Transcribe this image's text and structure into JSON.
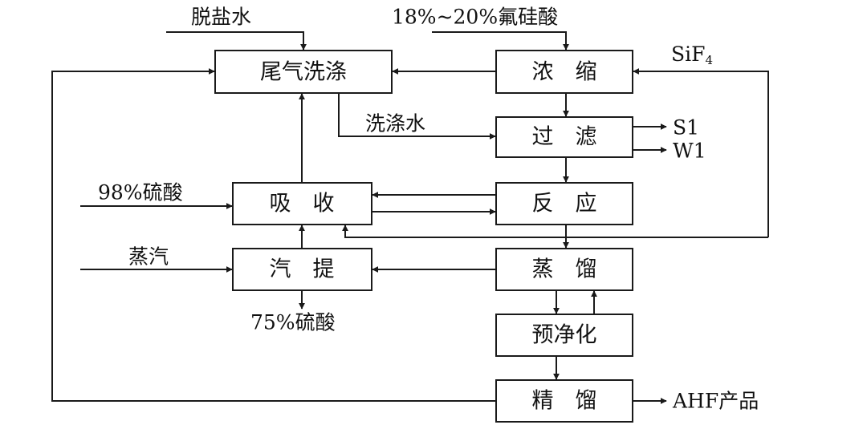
{
  "boxes": {
    "tail_gas_wash": "尾气洗涤",
    "concentrate": "浓　缩",
    "filter": "过　滤",
    "absorb": "吸　收",
    "react": "反　应",
    "strip": "汽　提",
    "distill": "蒸　馏",
    "prepurify": "预净化",
    "rectify": "精　馏"
  },
  "streams": {
    "desalted_water": "脱盐水",
    "fluosilicic_acid": "18%~20%氟硅酸",
    "sif4_prefix": "SiF",
    "sif4_subscript": "4",
    "wash_water": "洗涤水",
    "s1": "S1",
    "w1": "W1",
    "sulfuric_98": "98%硫酸",
    "steam": "蒸汽",
    "sulfuric_75": "75%硫酸",
    "ahf_product": "AHF产品"
  }
}
